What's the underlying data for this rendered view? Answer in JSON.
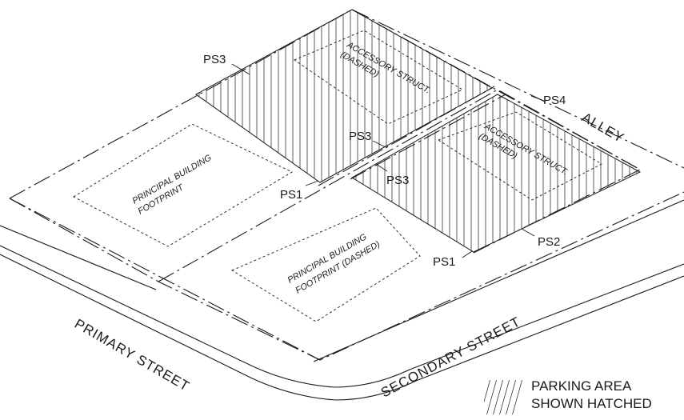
{
  "streets": {
    "primary": "PRIMARY STREET",
    "secondary": "SECONDARY STREET",
    "alley": "ALLEY"
  },
  "footprints": {
    "principal_upper": [
      "PRINCIPAL BUILDING",
      "FOOTPRINT"
    ],
    "principal_lower": [
      "PRINCIPAL BUILDING",
      "FOOTPRINT (DASHED)"
    ],
    "accessory_upper": [
      "ACCESSORY STRUCT.",
      "(DASHED)"
    ],
    "accessory_lower": [
      "ACCESSORY STRUCT.",
      "(DASHED)"
    ]
  },
  "markers": {
    "ps3_upper": "PS3",
    "ps3_middle": "PS3",
    "ps3_lower": "PS3",
    "ps1_upper": "PS1",
    "ps1_lower": "PS1",
    "ps4": "PS4",
    "ps2": "PS2"
  },
  "legend": {
    "line1": "PARKING AREA",
    "line2": "SHOWN HATCHED"
  },
  "colors": {
    "ink": "#1a1a1a",
    "background": "#ffffff"
  }
}
